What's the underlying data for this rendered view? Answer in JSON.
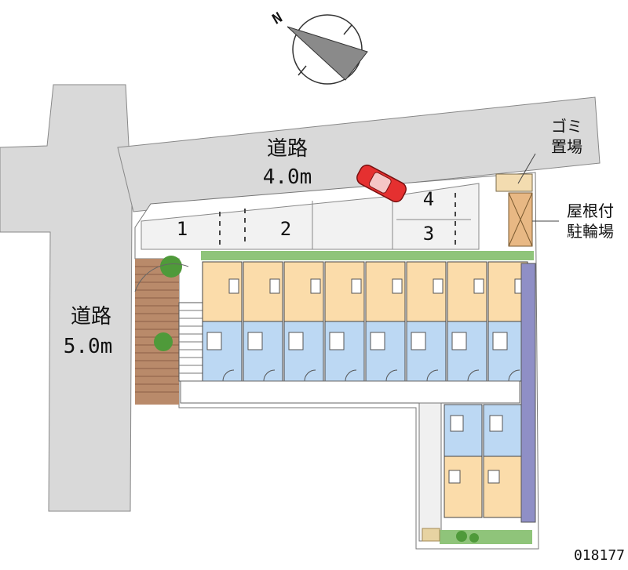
{
  "compass": {
    "north_letter": "N",
    "icon": "north-arrow-icon"
  },
  "roads": {
    "top": {
      "name": "道路",
      "width": "4.0m"
    },
    "left": {
      "name": "道路",
      "width": "5.0m"
    }
  },
  "parking": {
    "spaces": [
      "1",
      "2",
      "3",
      "4"
    ]
  },
  "facilities": {
    "garbage": {
      "line1": "ゴミ",
      "line2": "置場"
    },
    "bike": {
      "line1": "屋根付",
      "line2": "駐輪場"
    }
  },
  "property_code": "018177",
  "colors": {
    "road": "#d9d9d9",
    "room_orange": "#fbdcaa",
    "room_blue": "#bcd8f3",
    "brick": "#b98a6a",
    "corridor": "#8f8fc6",
    "car": "#e53030",
    "greenery": "#4f9a3a"
  }
}
